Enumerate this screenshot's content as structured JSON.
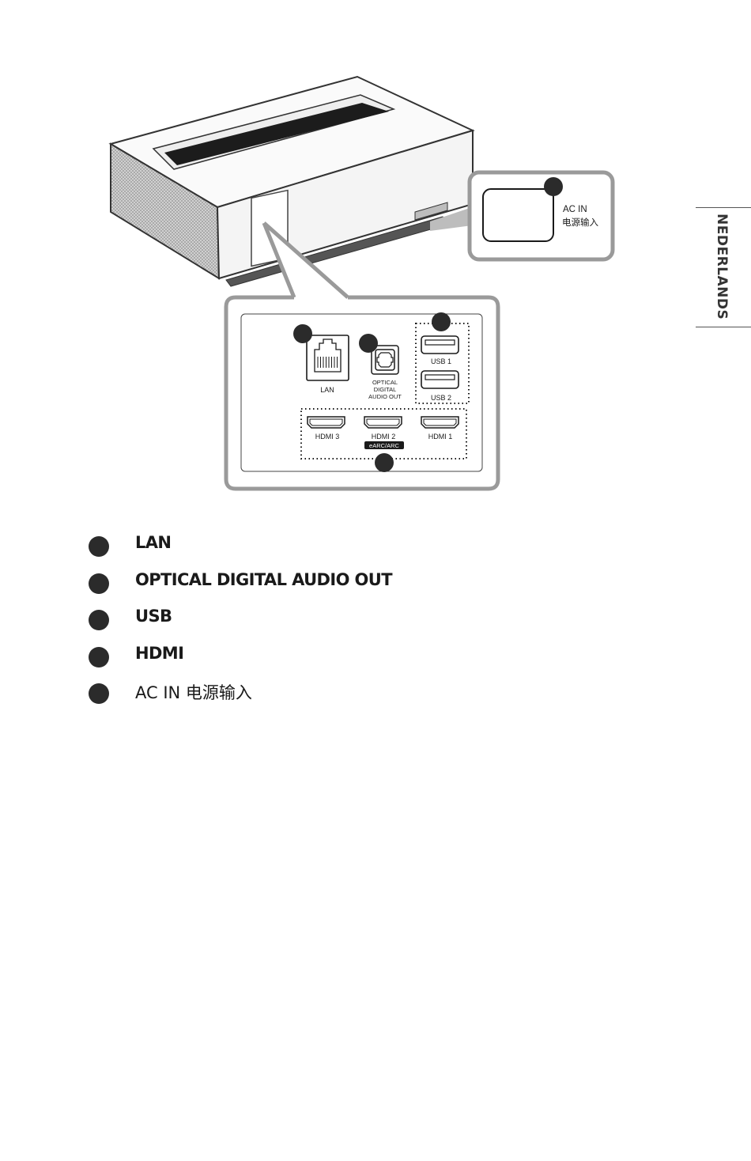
{
  "side_tab": {
    "language": "NEDERLANDS"
  },
  "figure": {
    "ac_in_label": "AC IN",
    "ac_in_label_cn": "电源输入",
    "lan_label": "LAN",
    "optical_label": [
      "OPTICAL",
      "DIGITAL",
      "AUDIO OUT"
    ],
    "usb1_label": "USB 1",
    "usb2_label": "USB 2",
    "hdmi3_label": "HDMI 3",
    "hdmi2_label": "HDMI 2",
    "hdmi2_badge": "eARC/ARC",
    "hdmi1_label": "HDMI 1"
  },
  "legend": [
    {
      "label": "LAN"
    },
    {
      "label": "OPTICAL DIGITAL AUDIO OUT"
    },
    {
      "label": "USB"
    },
    {
      "label": "HDMI"
    },
    {
      "label": "AC IN 电源输入"
    }
  ]
}
